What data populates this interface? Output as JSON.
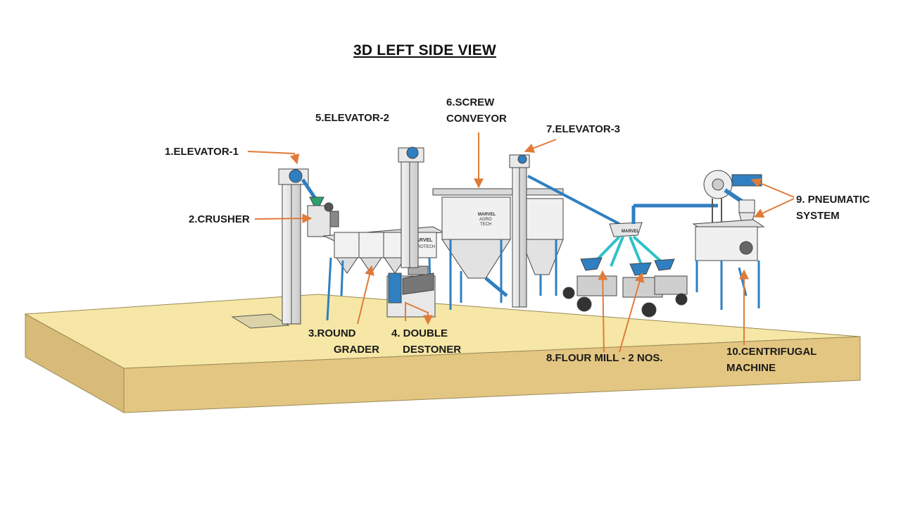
{
  "title": "3D LEFT SIDE VIEW",
  "labels": {
    "elevator1": "1.ELEVATOR-1",
    "crusher": "2.CRUSHER",
    "round_grader": [
      "3.ROUND",
      "GRADER"
    ],
    "double_destoner": [
      "4. DOUBLE",
      "DESTONER"
    ],
    "elevator2": "5.ELEVATOR-2",
    "screw_conveyor": [
      "6.SCREW",
      "CONVEYOR"
    ],
    "elevator3": "7.ELEVATOR-3",
    "flour_mill": "8.FLOUR MILL - 2 NOS.",
    "pneumatic_system": [
      "9. PNEUMATIC",
      "SYSTEM"
    ],
    "centrifugal_machine": [
      "10.CENTRIFUGAL",
      "MACHINE"
    ]
  },
  "machine_marks": {
    "grader_brand": [
      "MARVEL",
      "AGROTECH"
    ],
    "silo_brand": [
      "MARVEL",
      "AGRO",
      "TECH"
    ],
    "hopper_brand": "MARVEL"
  },
  "colors": {
    "base_top": "#F6E7A6",
    "base_front": "#E3C682",
    "base_side": "#D8BB78",
    "arrow": "#E07B39",
    "frame_blue": "#2F7FC1",
    "teal": "#2FC1C9",
    "panel": "#EEEEEE",
    "outline": "#333333"
  }
}
